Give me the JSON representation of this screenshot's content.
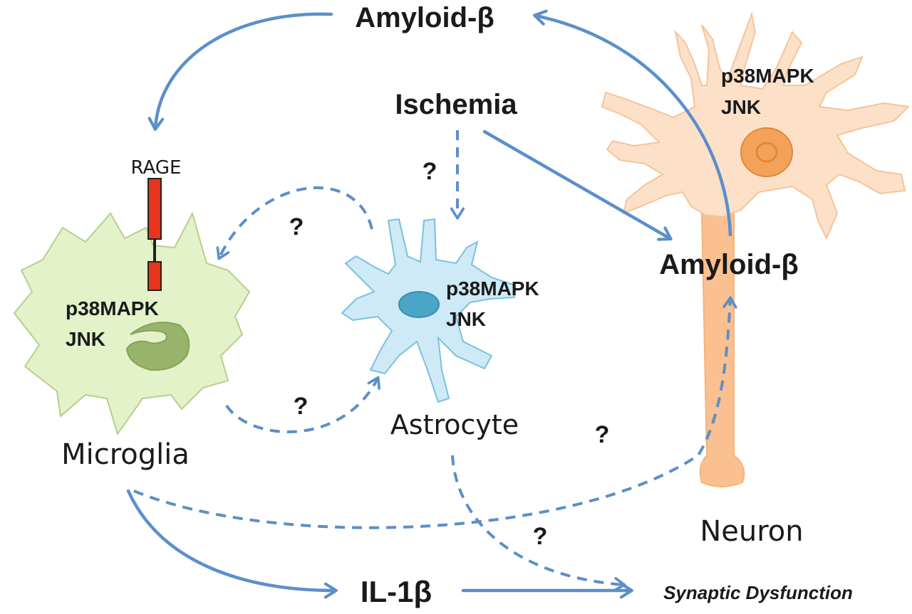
{
  "labels": {
    "amyloid_top": "Amyloid-β",
    "ischemia": "Ischemia",
    "rage": "RAGE",
    "neuron_kinase_1": "p38MAPK",
    "neuron_kinase_2": "JNK",
    "amyloid_neuron": "Amyloid-β",
    "astro_kinase_1": "p38MAPK",
    "astro_kinase_2": "JNK",
    "micro_kinase_1": "p38MAPK",
    "micro_kinase_2": "JNK",
    "astrocyte": "Astrocyte",
    "microglia": "Microglia",
    "neuron": "Neuron",
    "il1b": "IL-1β",
    "synaptic": "Synaptic Dysfunction",
    "q_ischemia_astro": "?",
    "q_astro_micro": "?",
    "q_micro_astro": "?",
    "q_astro_amyloid": "?",
    "q_astro_synaptic": "?"
  },
  "colors": {
    "arrow": "#5b8fc9",
    "microglia_fill": "#e3f2c8",
    "microglia_stroke": "#b6cf8f",
    "microglia_nucleus": "#98b46a",
    "astrocyte_fill": "#cdeaf6",
    "astrocyte_stroke": "#7cc0de",
    "astrocyte_nucleus": "#4aa5c6",
    "neuron_fill": "#fde0c8",
    "neuron_stroke": "#f5c49b",
    "neuron_nucleus": "#f4a259",
    "axon": "#fbc08f",
    "rage_receptor": "#e8341c"
  }
}
